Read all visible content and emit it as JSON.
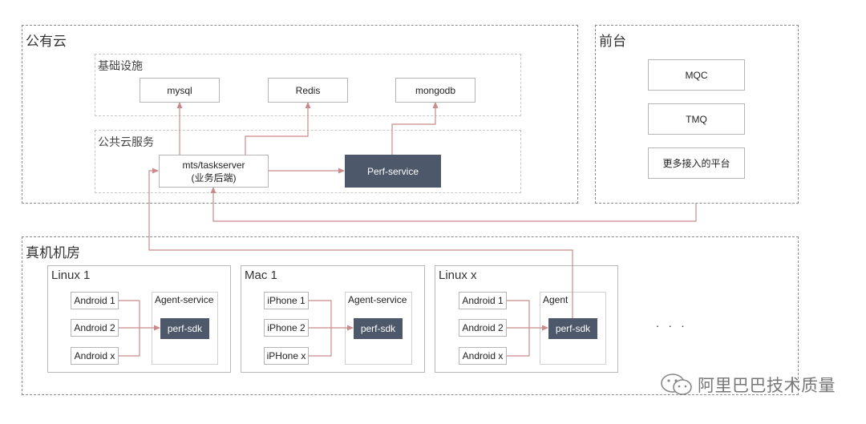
{
  "public_cloud": {
    "title": "公有云",
    "infrastructure": {
      "title": "基础设施",
      "nodes": [
        "mysql",
        "Redis",
        "mongodb"
      ]
    },
    "services": {
      "title": "公共云服务",
      "taskserver_line1": "mts/taskserver",
      "taskserver_line2": "(业务后端)",
      "perf_service": "Perf-service"
    }
  },
  "frontend": {
    "title": "前台",
    "nodes": [
      "MQC",
      "TMQ",
      "更多接入的平台"
    ]
  },
  "device_room": {
    "title": "真机机房",
    "hosts": [
      {
        "title": "Linux 1",
        "devices": [
          "Android 1",
          "Android 2",
          "Android x"
        ],
        "agent_title": "Agent-service",
        "sdk": "perf-sdk"
      },
      {
        "title": "Mac 1",
        "devices": [
          "iPhone 1",
          "iPhone 2",
          "iPHone x"
        ],
        "agent_title": "Agent-service",
        "sdk": "perf-sdk"
      },
      {
        "title": "Linux x",
        "devices": [
          "Android 1",
          "Android 2",
          "Android x"
        ],
        "agent_title": "Agent",
        "sdk": "perf-sdk"
      }
    ],
    "more": ". . ."
  },
  "watermark": "阿里巴巴技术质量",
  "colors": {
    "arrow": "#c98b8b",
    "dark_node": "#4d586a"
  }
}
